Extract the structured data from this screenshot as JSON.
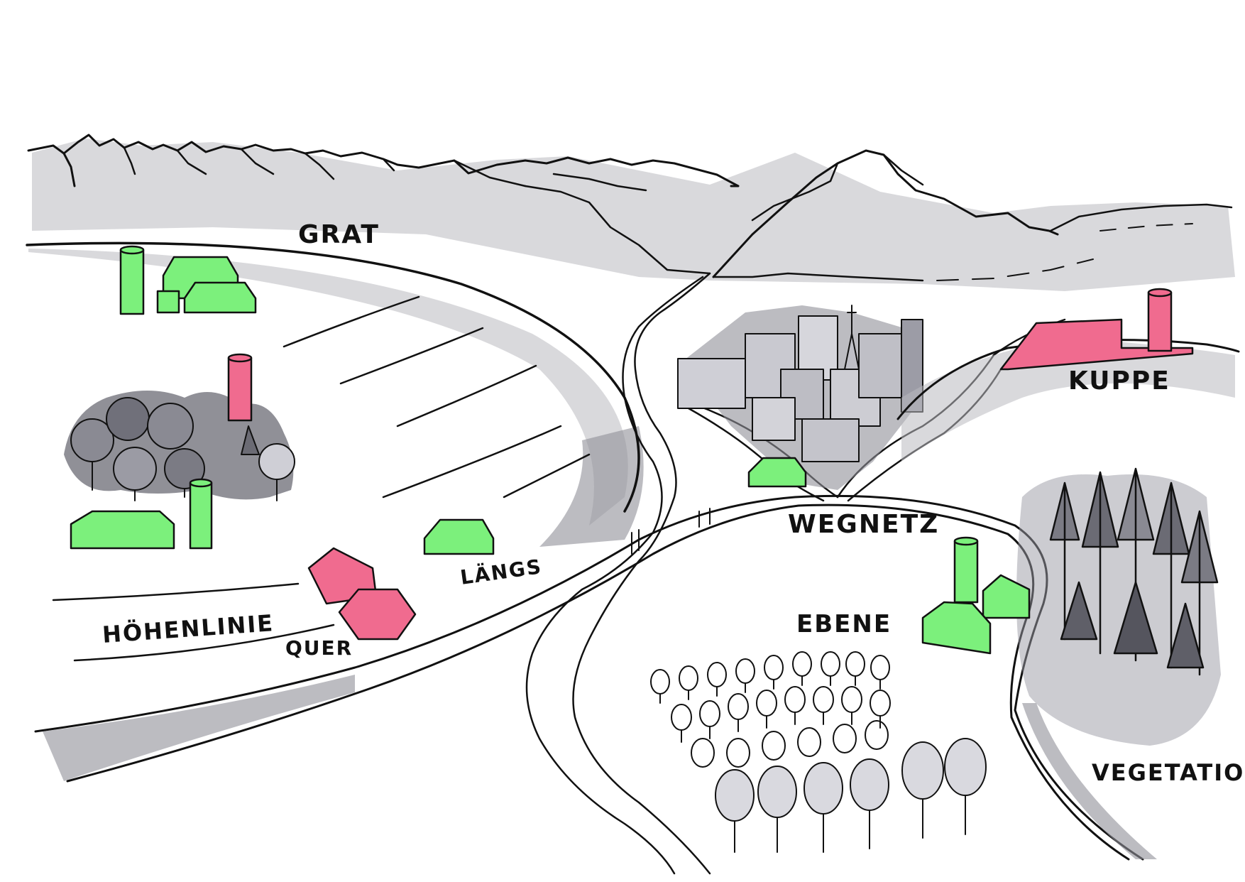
{
  "labels": {
    "grat": "GRAT",
    "kuppe": "KUPPE",
    "wegnetz": "WEGNETZ",
    "laengs": "LÄNGS",
    "hoehenlinie": "HÖHENLINIE",
    "quer": "QUER",
    "ebene": "EBENE",
    "vegetation": "VEGETATION"
  },
  "colors": {
    "building_green": "#7cf07c",
    "building_red": "#f06b8f",
    "ink": "#111111",
    "shadow_gray": "#9a9aa3",
    "paper": "#ffffff"
  }
}
